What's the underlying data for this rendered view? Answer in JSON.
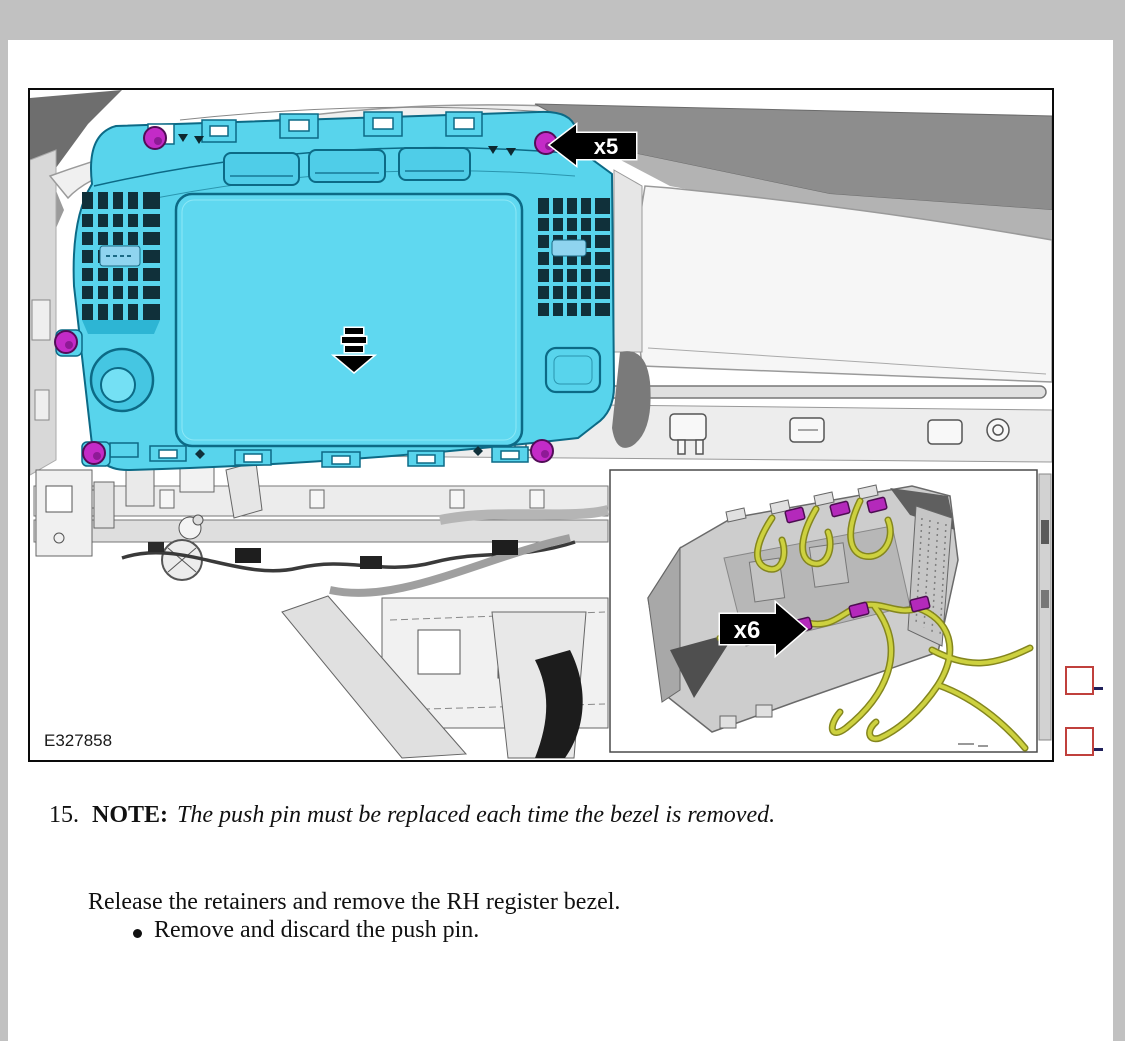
{
  "figure": {
    "id_label": "E327858",
    "callout_retainers": "x5",
    "callout_pins": "x6"
  },
  "step": {
    "number": "15.",
    "note_label": "NOTE:",
    "note_text": "The push pin must be replaced each time the bezel is removed.",
    "instruction": "Release the retainers and remove the RH register bezel.",
    "bullet_text": "Remove and discard the push pin."
  },
  "icons": {
    "push_pin_symbol": "push-pin-down-arrow",
    "callout_left_arrow": "arrow-pointing-left",
    "callout_right_arrow": "arrow-pointing-right"
  },
  "colors": {
    "highlight_cyan": "#58D4EC",
    "highlight_outline": "#0C6A86",
    "push_pin_magenta": "#C32BC7",
    "wire_yellow": "#CDD13F",
    "annotation_red": "#C0403C",
    "window_chrome_gray": "#C1C1C1"
  }
}
